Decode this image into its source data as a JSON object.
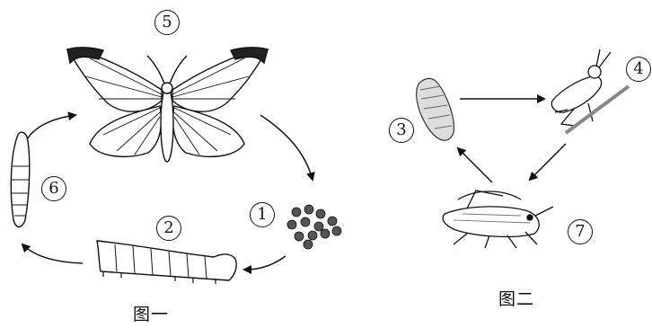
{
  "figure_one": {
    "caption": "图一",
    "labels": {
      "adult_butterfly": "5",
      "eggs": "1",
      "larva": "2",
      "pupa": "6"
    }
  },
  "figure_two": {
    "caption": "图二",
    "labels": {
      "egg_mass": "3",
      "nymph": "4",
      "adult_grasshopper": "7"
    }
  }
}
